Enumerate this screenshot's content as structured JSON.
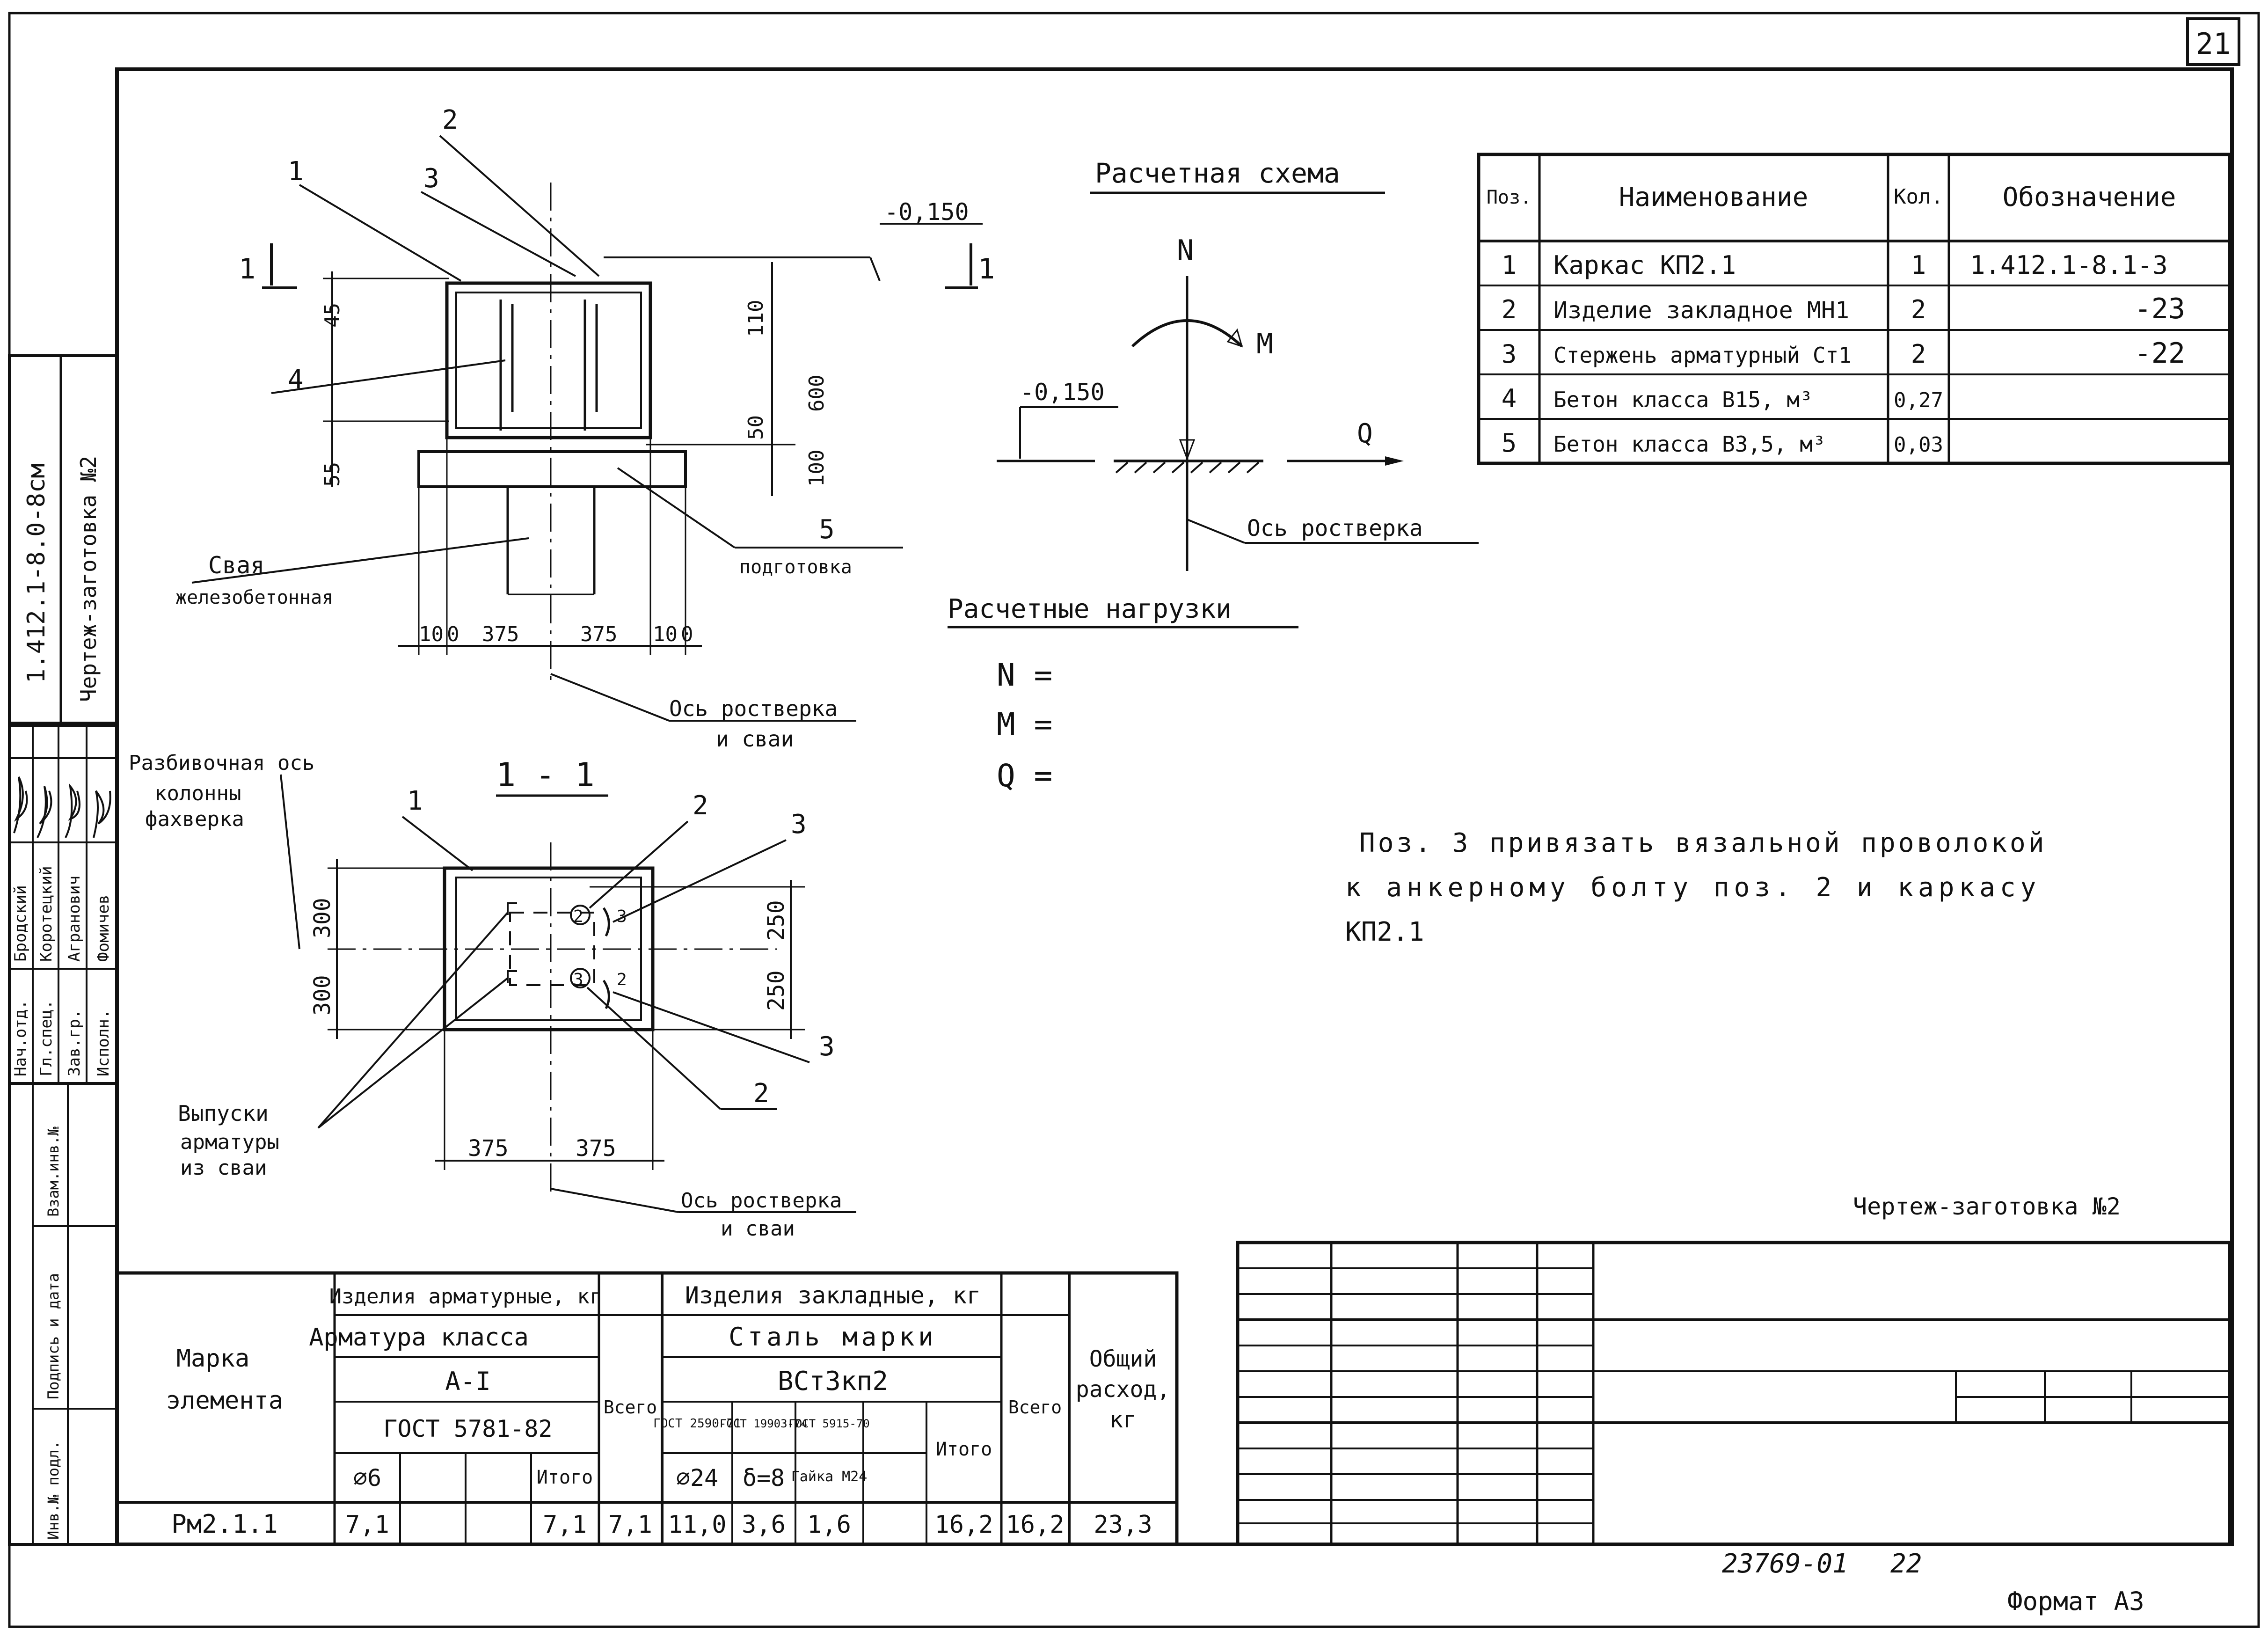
{
  "sheet": {
    "sheet_number": "21",
    "drawing_code": "1.412.1-8.0-8см",
    "drawing_title": "Чертеж-заготовка №2",
    "blank_title": "Чертеж-заготовка №2",
    "archive_number": "23769-01",
    "archive_page": "22",
    "format": "Формат А3"
  },
  "signatures": {
    "rows": [
      {
        "role": "Нач.отд.",
        "name": "Бродский"
      },
      {
        "role": "Гл.спец.",
        "name": "Коротецкий"
      },
      {
        "role": "Зав.гр.",
        "name": "Агранович"
      },
      {
        "role": "Исполн.",
        "name": "Фомичев"
      }
    ],
    "margin_labels": [
      "Взам.инв.№",
      "Подпись и дата",
      "Инв.№ подл."
    ]
  },
  "elevation_view": {
    "callouts": [
      "1",
      "2",
      "3",
      "4",
      "5"
    ],
    "section_marks": [
      "1",
      "1"
    ],
    "level": "-0,150",
    "dims_left": [
      "45",
      "55"
    ],
    "dims_right": [
      "110",
      "600",
      "50",
      "100"
    ],
    "dims_bottom": [
      "10",
      "0",
      "375",
      "375",
      "10",
      "0"
    ],
    "pile_label": "Свая",
    "pile_label_2": "железобетонная",
    "prep_label": "подготовка",
    "axis_label": "Ось ростверка",
    "axis_label_2": "и сваи"
  },
  "section_view": {
    "title": "1 - 1",
    "callouts": [
      "1",
      "2",
      "3",
      "3",
      "2"
    ],
    "anchor_marks": [
      "2",
      "3",
      "3",
      "2"
    ],
    "dims_left": [
      "300",
      "300"
    ],
    "dims_right": [
      "250",
      "250"
    ],
    "dims_bottom": [
      "375",
      "375"
    ],
    "gridline_label": [
      "Разбивочная ось",
      "колонны",
      "фахверка"
    ],
    "rebar_label": [
      "Выпуски",
      "арматуры",
      "из сваи"
    ],
    "axis_label": "Ось ростверка",
    "axis_label_2": "и сваи"
  },
  "calc_scheme": {
    "title": "Расчетная схема",
    "N": "N",
    "M": "M",
    "Q": "Q",
    "level": "-0,150",
    "axis_label": "Ось ростверка"
  },
  "loads": {
    "title": "Расчетные нагрузки",
    "N": "N =",
    "M": "M =",
    "Q": "Q ="
  },
  "spec_table": {
    "headers": [
      "Поз.",
      "Наименование",
      "Кол.",
      "Обозначение"
    ],
    "rows": [
      {
        "pos": "1",
        "name": "Каркас КП2.1",
        "qty": "1",
        "designation": "1.412.1-8.1-3"
      },
      {
        "pos": "2",
        "name": "Изделие закладное МН1",
        "qty": "2",
        "designation": "-23"
      },
      {
        "pos": "3",
        "name": "Стержень арматурный Ст1",
        "qty": "2",
        "designation": "-22"
      },
      {
        "pos": "4",
        "name": "Бетон класса В15, м³",
        "qty": "0,27",
        "designation": ""
      },
      {
        "pos": "5",
        "name": "Бетон класса В3,5, м³",
        "qty": "0,03",
        "designation": ""
      }
    ]
  },
  "note": {
    "line1": "Поз. 3 привязать вязальной проволокой",
    "line2": "к анкерному болту поз. 2 и каркасу",
    "line3": "КП2.1"
  },
  "steel_table": {
    "mark_label_1": "Марка",
    "mark_label_2": "элемента",
    "rebar_group": "Изделия арматурные, кг",
    "embed_group": "Изделия закладные, кг",
    "rebar_class": "Арматура класса",
    "rebar_class_value": "А-I",
    "rebar_gost": "ГОСТ 5781-82",
    "steel_grade_label": "Сталь марки",
    "steel_grade": "ВСт3кп2",
    "total": "Всего",
    "subtotal": "Итого",
    "grand_total_1": "Общий",
    "grand_total_2": "расход,",
    "grand_total_3": "кг",
    "gost_cols": [
      "ГОСТ 2590-71",
      "ГОСТ 19903-74",
      "ГОСТ 5915-70"
    ],
    "rebar_cols": [
      "⌀6",
      "",
      ""
    ],
    "embed_cols": [
      "⌀24",
      "δ=8",
      "Гайка М24",
      ""
    ],
    "row": {
      "mark": "Рм2.1.1",
      "rebar_values": [
        "7,1",
        "",
        ""
      ],
      "rebar_subtotal": "7,1",
      "rebar_total": "7,1",
      "embed_values": [
        "11,0",
        "3,6",
        "1,6",
        ""
      ],
      "embed_subtotal": "16,2",
      "embed_total": "16,2",
      "grand_total": "23,3"
    }
  }
}
